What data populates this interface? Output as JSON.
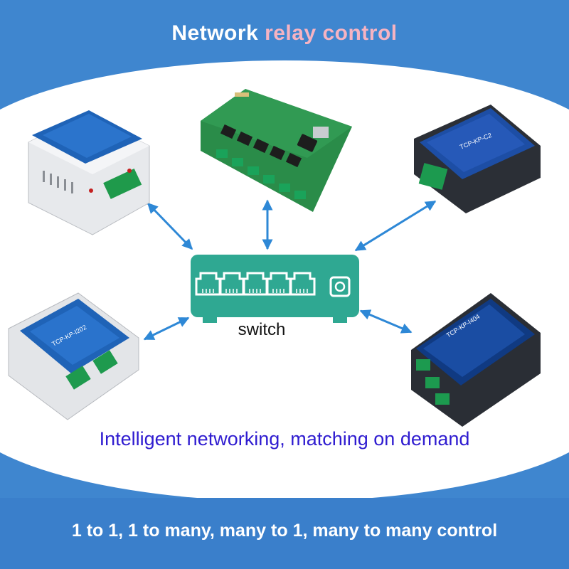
{
  "header": {
    "title_part1": "Network",
    "title_part2": "relay control"
  },
  "diagram": {
    "center_label": "switch",
    "nodes": [
      "relay-module-din-white",
      "relay-board-8ch",
      "relay-module-tcp-kp-c2",
      "relay-module-tcp-kp-i202",
      "relay-module-tcp-kp-i404"
    ]
  },
  "caption": "Intelligent networking, matching on demand",
  "footer": "1 to 1, 1 to many, many to 1, many to many control",
  "colors": {
    "background_blue": "#3f86cf",
    "switch_green": "#2fa892",
    "arrow_blue": "#2e88d6",
    "caption_purple": "#2f1cd0",
    "title_pink": "#f6b3c2"
  }
}
